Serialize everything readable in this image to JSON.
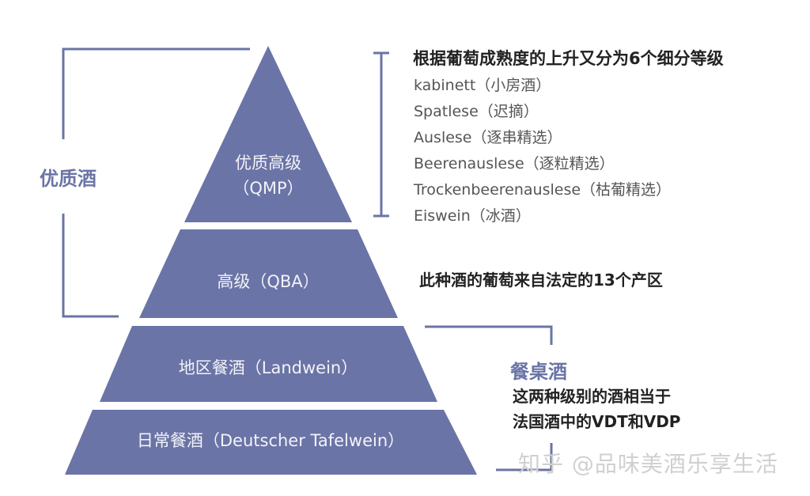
{
  "colors": {
    "pyramid_fill": "#6b74a6",
    "bracket_line": "#6b74a6",
    "tier_text": "#f2f3f8",
    "note_text": "#222222",
    "sub_item_text": "#555555",
    "watermark_text": "#d0d0d0"
  },
  "pyramid": {
    "tiers": [
      {
        "name": "优质高级",
        "code": "（QMP）"
      },
      {
        "label": "高级（QBA）"
      },
      {
        "label": "地区餐酒（Landwein）"
      },
      {
        "label": "日常餐酒（Deutscher Tafelwein）"
      }
    ]
  },
  "brackets": {
    "quality_wine_label": "优质酒",
    "table_wine_label": "餐桌酒"
  },
  "notes": {
    "qmp_heading": "根据葡萄成熟度的上升又分为6个细分等级",
    "qmp_subgrades": [
      "kabinett（小房酒）",
      "Spatlese（迟摘）",
      "Auslese（逐串精选）",
      "Beerenauslese（逐粒精选）",
      "Trockenbeerenauslese（枯葡精选）",
      "Eiswein（冰酒）"
    ],
    "qba_note": "此种酒的葡萄来自法定的13个产区",
    "table_wine_line1": "这两种级别的酒相当于",
    "table_wine_line2": "法国酒中的VDT和VDP"
  },
  "watermark": "知乎 @品味美酒乐享生活"
}
